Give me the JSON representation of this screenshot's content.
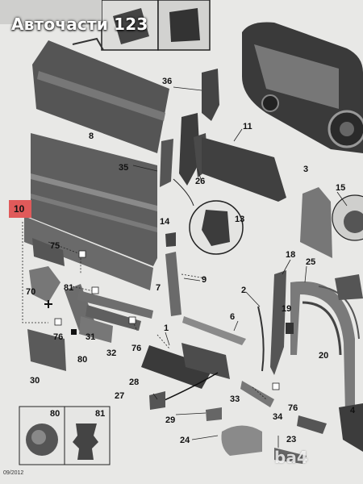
{
  "header": {
    "shop_name": "Авточасти 123"
  },
  "footer": {
    "date_code": "09/2012",
    "watermark": "ba4"
  },
  "callouts": {
    "c36": "36",
    "c8": "8",
    "c35": "35",
    "c11": "11",
    "c26": "26",
    "c3": "3",
    "c15": "15",
    "c14": "14",
    "c13": "13",
    "c10": "10",
    "c75": "75",
    "c9": "9",
    "c70": "70",
    "c81": "81",
    "c7": "7",
    "c18": "18",
    "c25": "25",
    "c2": "2",
    "c19": "19",
    "c76a": "76",
    "c31": "31",
    "c80": "80",
    "c6": "6",
    "c32": "32",
    "c76b": "76",
    "c1": "1",
    "c20": "20",
    "c30": "30",
    "c28": "28",
    "c27": "27",
    "c33": "33",
    "c76c": "76",
    "c34": "34",
    "c29": "29",
    "c4": "4",
    "c24": "24",
    "c23": "23",
    "i80": "80",
    "i81": "81"
  }
}
